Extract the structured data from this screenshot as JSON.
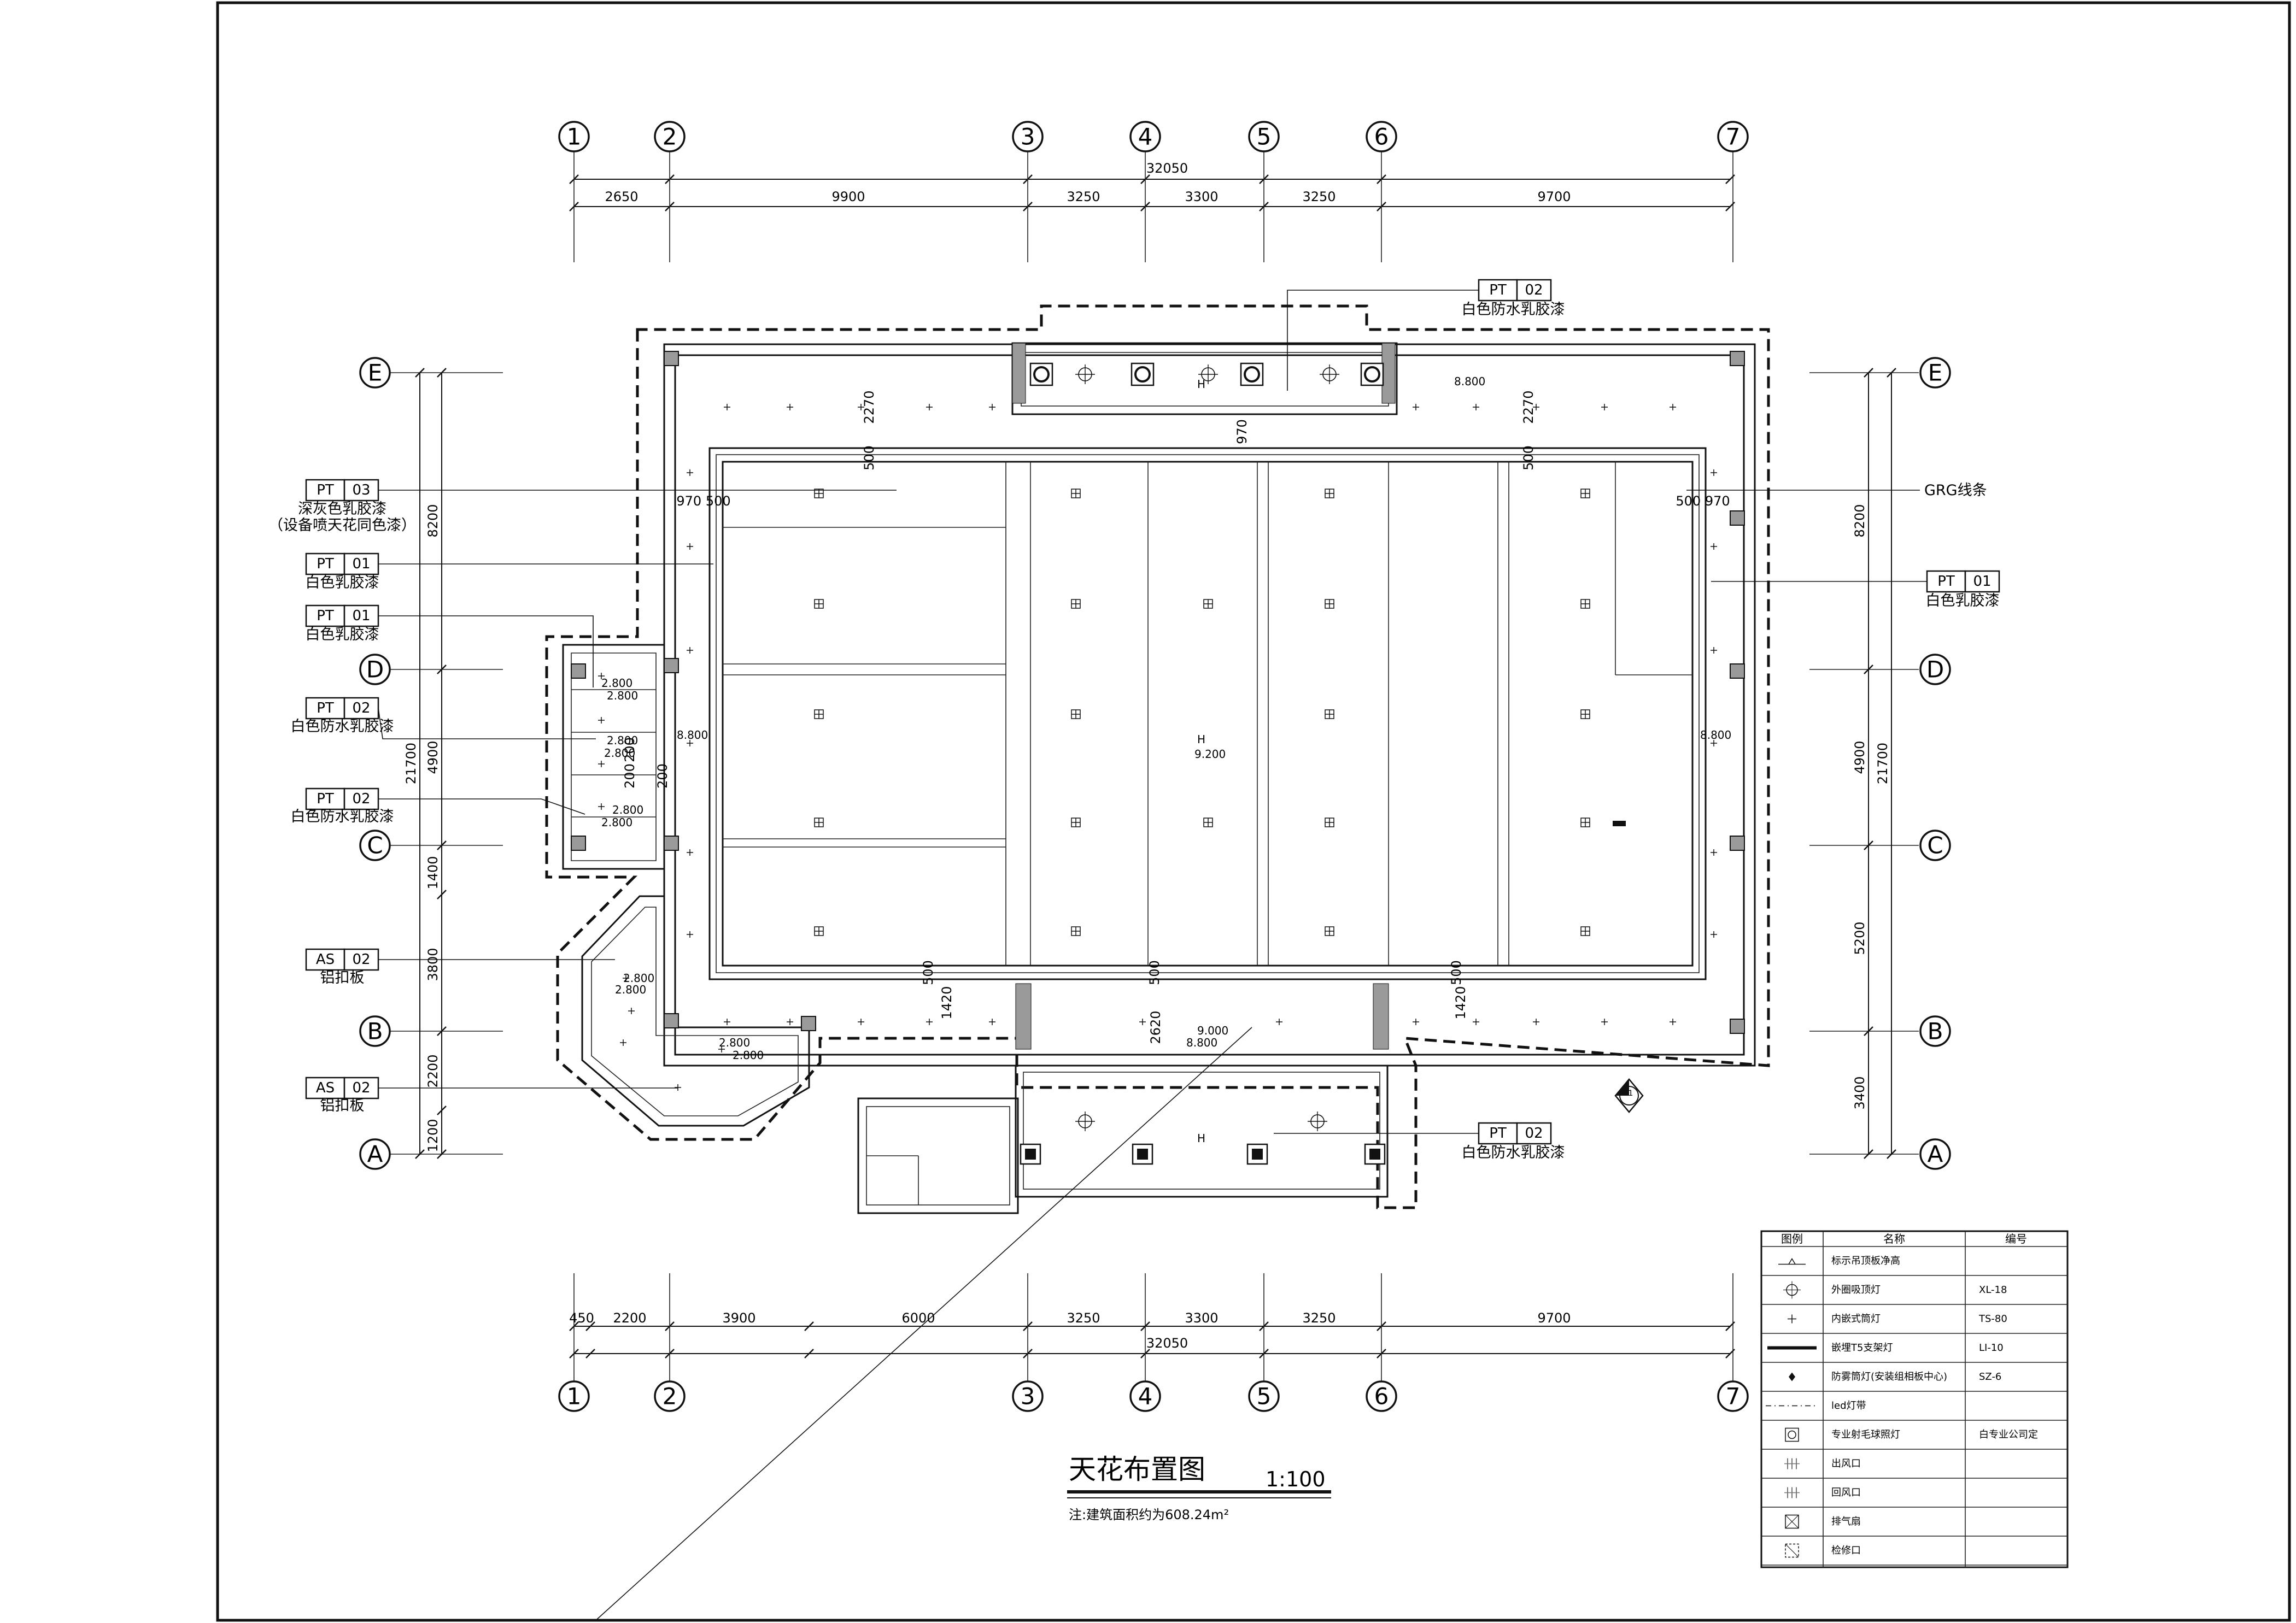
{
  "drawing": {
    "title": "天花布置图",
    "scale": "1:100",
    "note": "注:建筑面积约为608.24m²"
  },
  "grid": {
    "columns": [
      "1",
      "2",
      "3",
      "4",
      "5",
      "6",
      "7"
    ],
    "rows": [
      "E",
      "D",
      "C",
      "B",
      "A"
    ]
  },
  "dimensions": {
    "top_overall": "32050",
    "top_segments": [
      "2650",
      "9900",
      "3250",
      "3300",
      "3250",
      "9700"
    ],
    "bottom_overall": "32050",
    "bottom_segments": [
      "450",
      "2200",
      "3900",
      "6000",
      "3250",
      "3300",
      "3250",
      "9700"
    ],
    "left_overall": "21700",
    "left_segments": [
      "8200",
      "4900",
      "1400",
      "3800",
      "2200",
      "1200"
    ],
    "right_overall": "21700",
    "right_segments": [
      "8200",
      "4900",
      "5200",
      "3400"
    ],
    "interior": [
      "2270",
      "970",
      "2270",
      "500",
      "500",
      "970 500",
      "500 970",
      "500",
      "500",
      "500",
      "1420",
      "2620",
      "1420",
      "200",
      "200",
      "200"
    ]
  },
  "levels": {
    "main": "9.200",
    "perimeter_top": "8.800",
    "perimeter_left": "8.800",
    "perimeter_right": "8.800",
    "entrance_1": "9.000",
    "entrance_2": "8.800",
    "wc_1": "2.800",
    "wc_2": "2.800",
    "wc_3": "2.800",
    "wc_4": "2.800",
    "wc_5": "2.800",
    "wc_6": "2.800",
    "wc_7": "2.800",
    "wc_8": "2.800",
    "wc_9": "2.800",
    "wc_10": "2.800",
    "wc_11": "2.800",
    "wc_12": "2.800",
    "h_mark": "H"
  },
  "tags": [
    {
      "code": "PT",
      "num": "03",
      "desc": "深灰色乳胶漆",
      "desc2": "（设备喷天花同色漆）"
    },
    {
      "code": "PT",
      "num": "01",
      "desc": "白色乳胶漆",
      "desc2": ""
    },
    {
      "code": "PT",
      "num": "01",
      "desc": "白色乳胶漆",
      "desc2": ""
    },
    {
      "code": "PT",
      "num": "02",
      "desc": "白色防水乳胶漆",
      "desc2": ""
    },
    {
      "code": "PT",
      "num": "02",
      "desc": "白色防水乳胶漆",
      "desc2": ""
    },
    {
      "code": "AS",
      "num": "02",
      "desc": "铝扣板",
      "desc2": ""
    },
    {
      "code": "AS",
      "num": "02",
      "desc": "铝扣板",
      "desc2": ""
    },
    {
      "code": "PT",
      "num": "02",
      "desc": "白色防水乳胶漆",
      "desc2": ""
    },
    {
      "code": "PT",
      "num": "01",
      "desc": "白色乳胶漆",
      "desc2": ""
    },
    {
      "code": "PT",
      "num": "02",
      "desc": "白色防水乳胶漆",
      "desc2": ""
    }
  ],
  "grg_label": "GRG线条",
  "section_mark": "1",
  "legend": {
    "headers": [
      "图例",
      "名称",
      "编号"
    ],
    "rows": [
      {
        "name": "标示吊顶板净高",
        "code": ""
      },
      {
        "name": "外圈吸顶灯",
        "code": "XL-18"
      },
      {
        "name": "内嵌式筒灯",
        "code": "TS-80"
      },
      {
        "name": "嵌埋T5支架灯",
        "code": "LI-10"
      },
      {
        "name": "防雾筒灯(安装组相板中心)",
        "code": "SZ-6"
      },
      {
        "name": "led灯带",
        "code": ""
      },
      {
        "name": "专业射毛球照灯",
        "code": "白专业公司定"
      },
      {
        "name": "出风口",
        "code": ""
      },
      {
        "name": "回风口",
        "code": ""
      },
      {
        "name": "排气扇",
        "code": ""
      },
      {
        "name": "检修口",
        "code": ""
      }
    ]
  },
  "colors": {
    "line": "#111111",
    "paper": "#ffffff",
    "column_fill": "#9a9a9a"
  }
}
